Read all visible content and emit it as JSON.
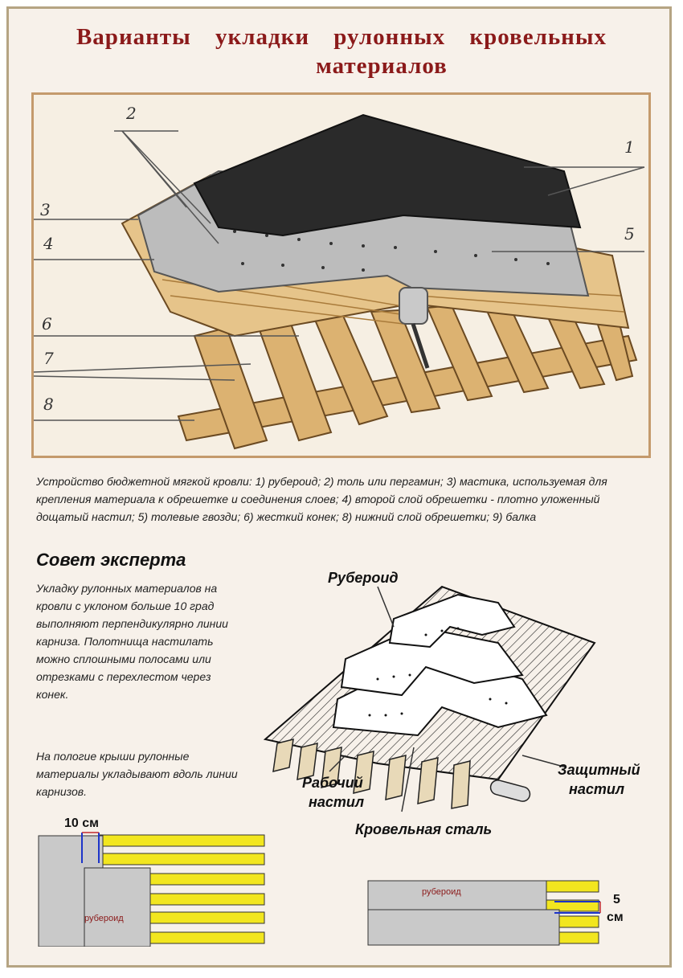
{
  "title": {
    "line1": "Варианты укладки рулонных кровельных",
    "line2": "материалов"
  },
  "figure1": {
    "labels": [
      "2",
      "1",
      "3",
      "4",
      "5",
      "6",
      "7",
      "8"
    ]
  },
  "caption": "Устройство бюджетной мягкой кровли: 1) рубероид; 2) толь или пергамин; 3) мастика, используемая для крепления материала к обрешетке и соединения слоев; 4) второй слой обрешетки - плотно уложенный дощатый настил; 5) толевые гвозди; 6) жесткий конек; 8) нижний слой обрешетки; 9) балка",
  "advice": {
    "title": "Совет эксперта",
    "paragraph1": "Укладку рулонных материалов на кровли с уклоном больше 10 град выполняют перпендикулярно линии карниза. Полотнища настилать можно сплошными полосами или отрезками с перехлестом через конек.",
    "paragraph2": "На пологие крыши рулонные материалы укладывают вдоль линии карнизов."
  },
  "figure2": {
    "label_ruberoid": "Рубероид",
    "label_working_deck": [
      "Рабочий",
      "настил"
    ],
    "label_protective_deck": [
      "Защитный",
      "настил"
    ],
    "label_roof_steel": "Кровельная сталь"
  },
  "diagram_left": {
    "dimension": "10 см",
    "material": "рубероид"
  },
  "diagram_right": {
    "material": "рубероид",
    "dimension_value": "5",
    "dimension_unit": "см"
  },
  "colors": {
    "title": "#8b1a1a",
    "stripe": "#f2e61f",
    "gray_sheet": "#c9c9c9",
    "wood": "#e2bd7c",
    "felt": "#2a2a2a"
  }
}
